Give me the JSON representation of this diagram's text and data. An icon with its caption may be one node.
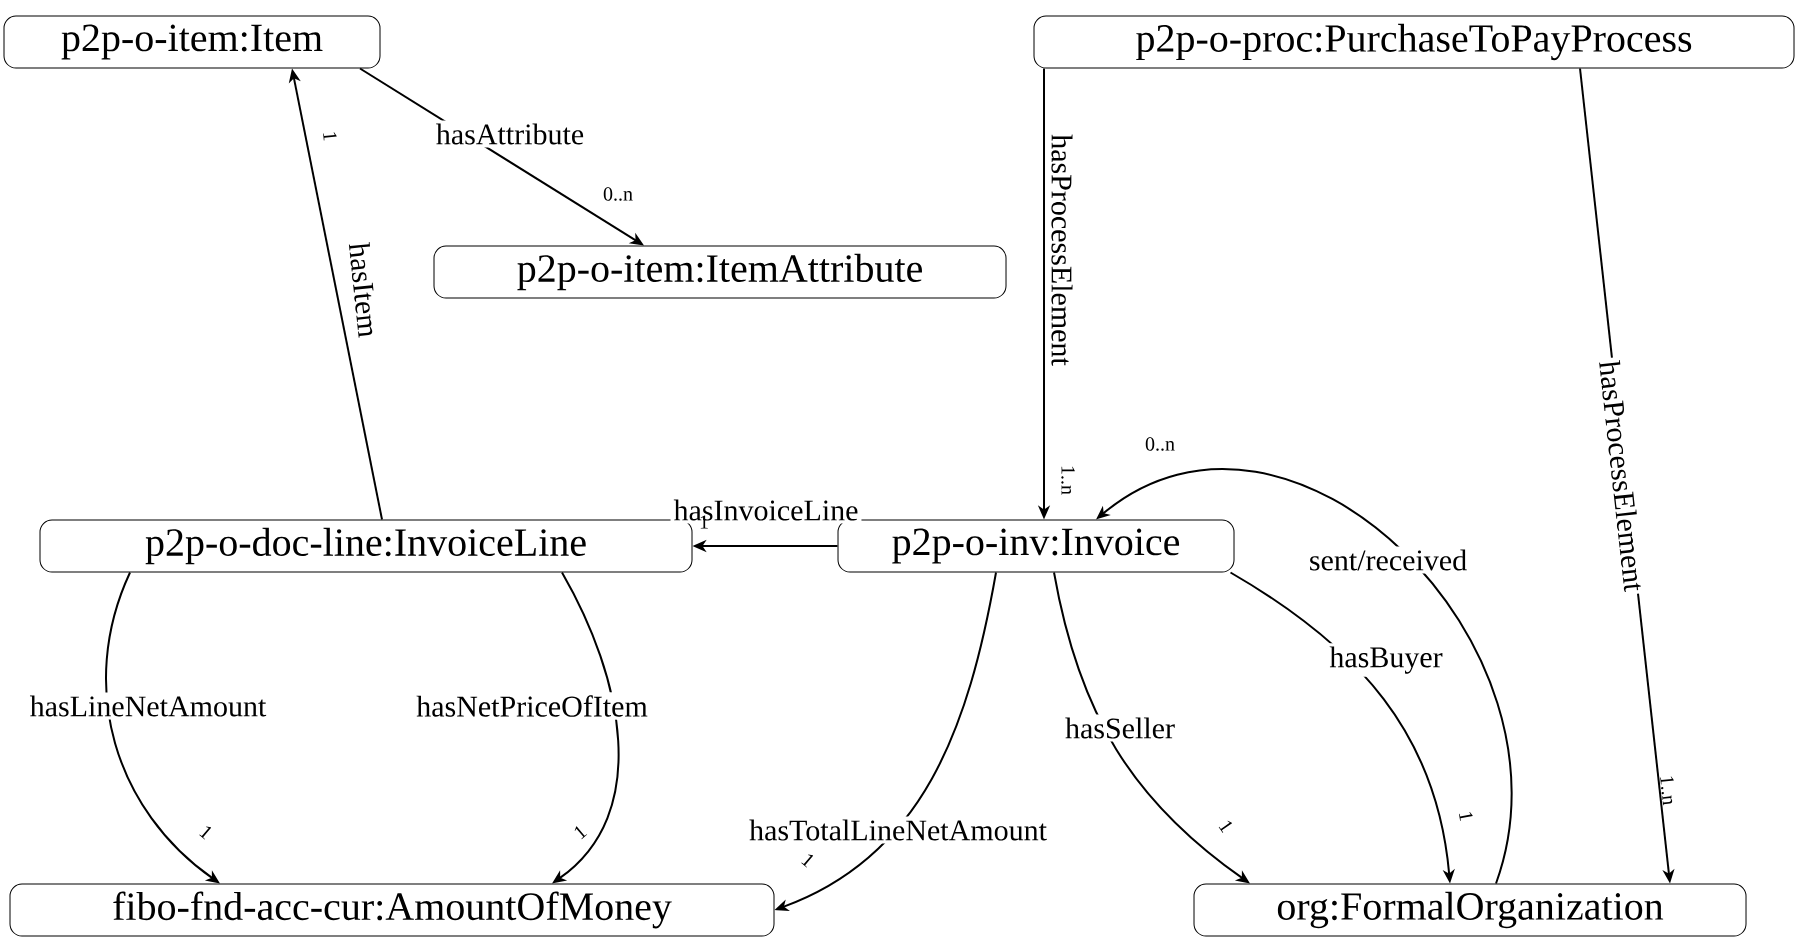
{
  "diagram": {
    "nodes": [
      {
        "text": [
          "p2p-o-item:Item"
        ]
      },
      {
        "text": [
          "p2p-o-item:ItemAttribute"
        ]
      },
      {
        "text": [
          "p2p-o-proc:PurchaseToPayProcess"
        ]
      },
      {
        "text": [
          "p2p-o-doc-line:InvoiceLine"
        ]
      },
      {
        "text": [
          "p2p-o-inv:Invoice"
        ]
      },
      {
        "text": [
          "fibo-fnd-acc-cur:AmountOfMoney"
        ]
      },
      {
        "text": [
          "org:FormalOrganization"
        ]
      }
    ],
    "edges": [
      {
        "from": 0,
        "to": 1,
        "arrow": "to",
        "label": "hasAttribute"
      },
      {
        "from": 3,
        "to": 0,
        "arrow": "to",
        "label": "hasItem"
      },
      {
        "from": 2,
        "to": 4,
        "arrow": "to",
        "label": "hasProcessElement"
      },
      {
        "from": 2,
        "to": 6,
        "arrow": "to",
        "label": "hasProcessElement"
      },
      {
        "from": 4,
        "to": 3,
        "arrow": "to",
        "label": "hasInvoiceLine"
      },
      {
        "from": 3,
        "to": 5,
        "arrow": "to",
        "label": "hasLineNetAmount"
      },
      {
        "from": 3,
        "to": 5,
        "arrow": "to",
        "label": "hasNetPriceOfItem"
      },
      {
        "from": 4,
        "to": 5,
        "arrow": "to",
        "label": "hasTotalLineNetAmount"
      },
      {
        "from": 4,
        "to": 6,
        "arrow": "to",
        "label": "hasSeller"
      },
      {
        "from": 4,
        "to": 6,
        "arrow": "to",
        "label": "hasBuyer"
      },
      {
        "from": 6,
        "to": 4,
        "arrow": "to",
        "label": "sent/received"
      }
    ],
    "labels": [
      "1",
      "0..n",
      "0..n",
      "1..n",
      "1",
      "1..n",
      "1",
      "1",
      "1",
      "1",
      "1"
    ]
  }
}
